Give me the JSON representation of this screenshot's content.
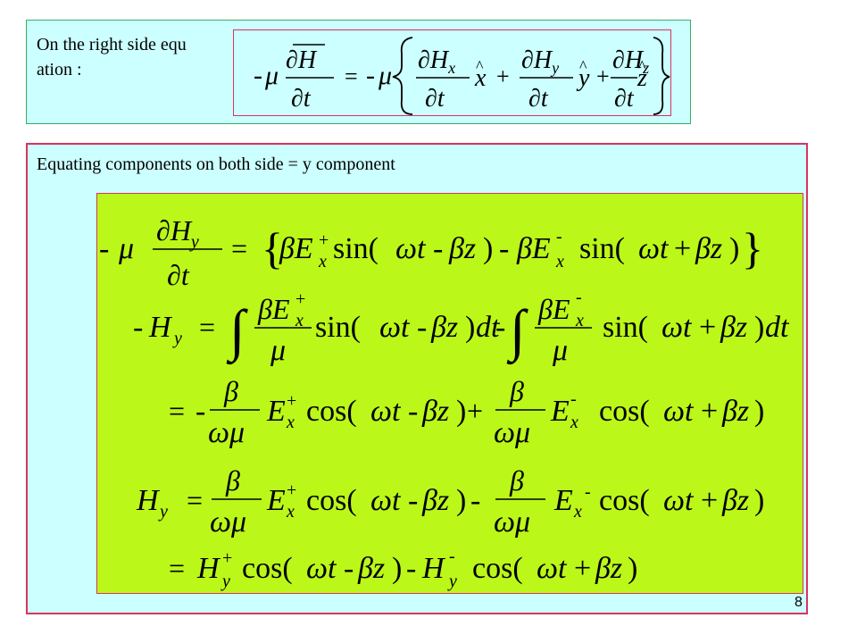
{
  "top": {
    "line1": "On the right side equ",
    "line2": "ation :"
  },
  "main": {
    "caption": "Equating components on both side = y component"
  },
  "page_number": "8"
}
